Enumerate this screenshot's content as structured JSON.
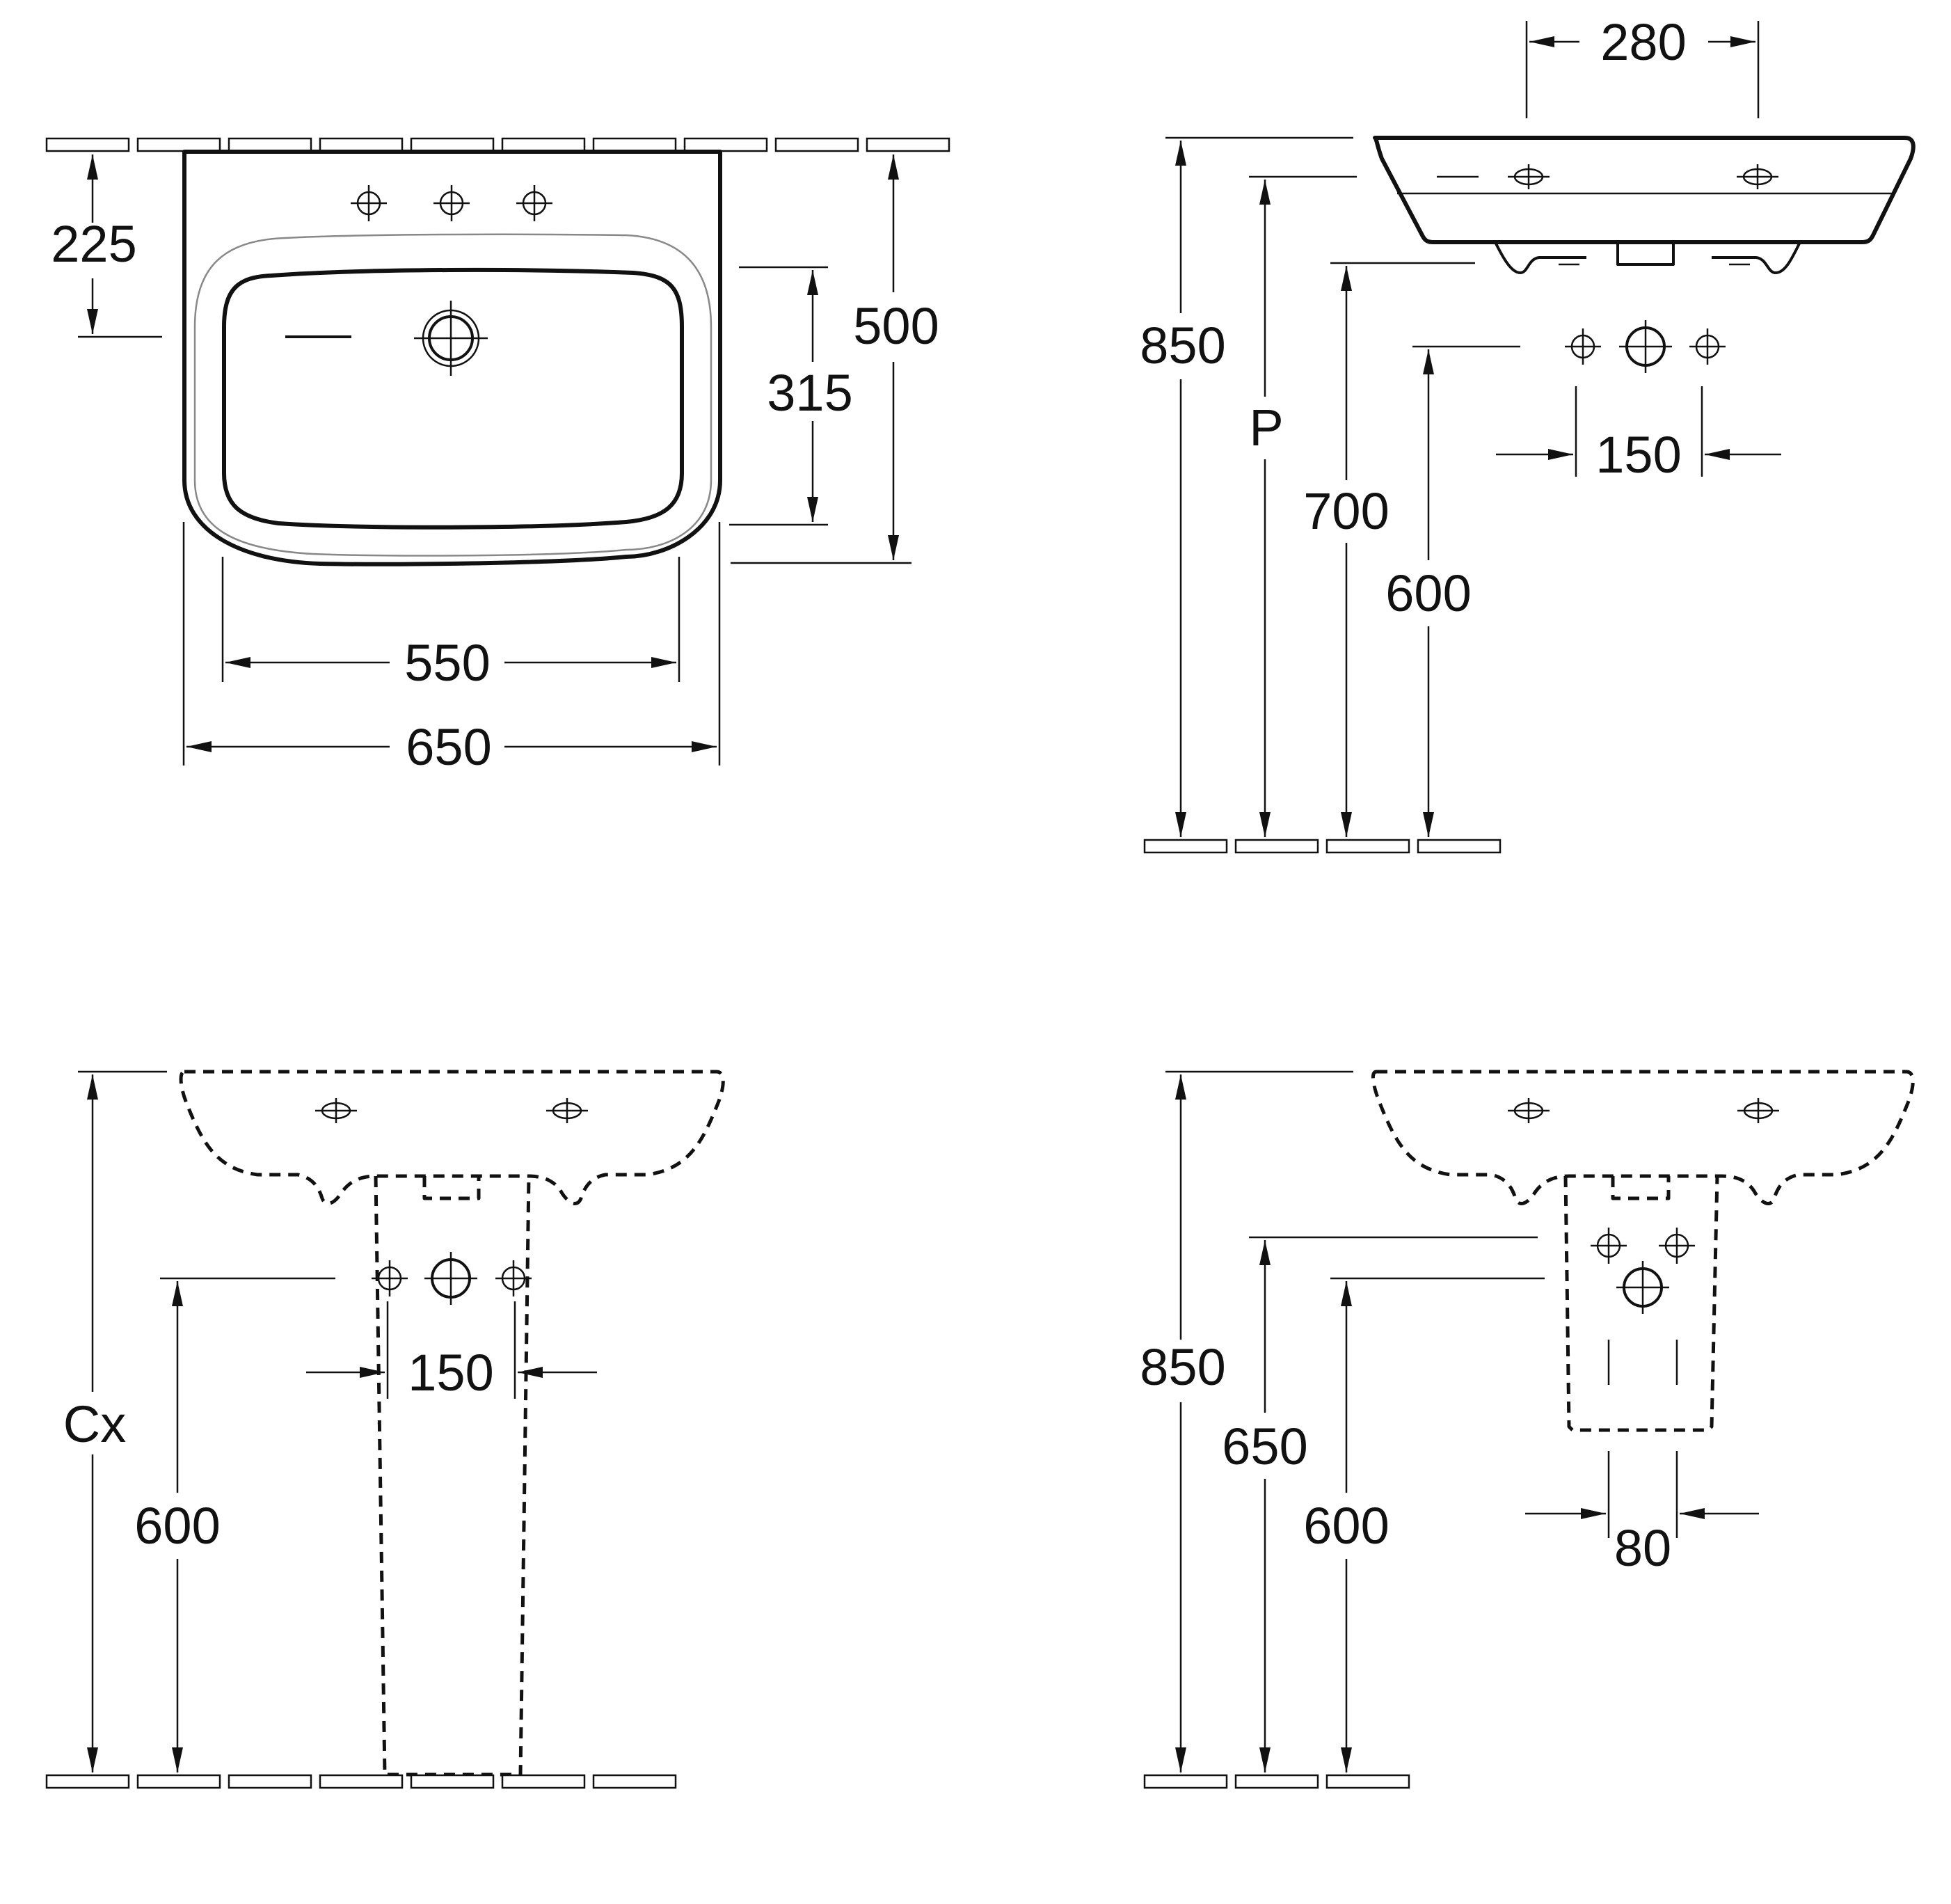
{
  "views": {
    "top": {
      "dims": {
        "mount_depth": "225",
        "bowl_depth": "315",
        "overall_depth": "500",
        "bowl_width": "550",
        "overall_width": "650"
      }
    },
    "side": {
      "dims": {
        "projection": "280",
        "rim_height": "850",
        "adjustable": "P",
        "bracket_height": "700",
        "supply_height": "600",
        "tap_spacing": "150"
      }
    },
    "pedestal": {
      "dims": {
        "height": "Cx",
        "supply_height": "600",
        "tap_spacing": "150"
      }
    },
    "semi_pedestal": {
      "dims": {
        "rim_height": "850",
        "upper_height": "650",
        "lower_height": "600",
        "outlet_spacing": "80"
      }
    }
  },
  "colors": {
    "line": "#111111",
    "rim_detail": "#888888",
    "background": "#ffffff"
  }
}
